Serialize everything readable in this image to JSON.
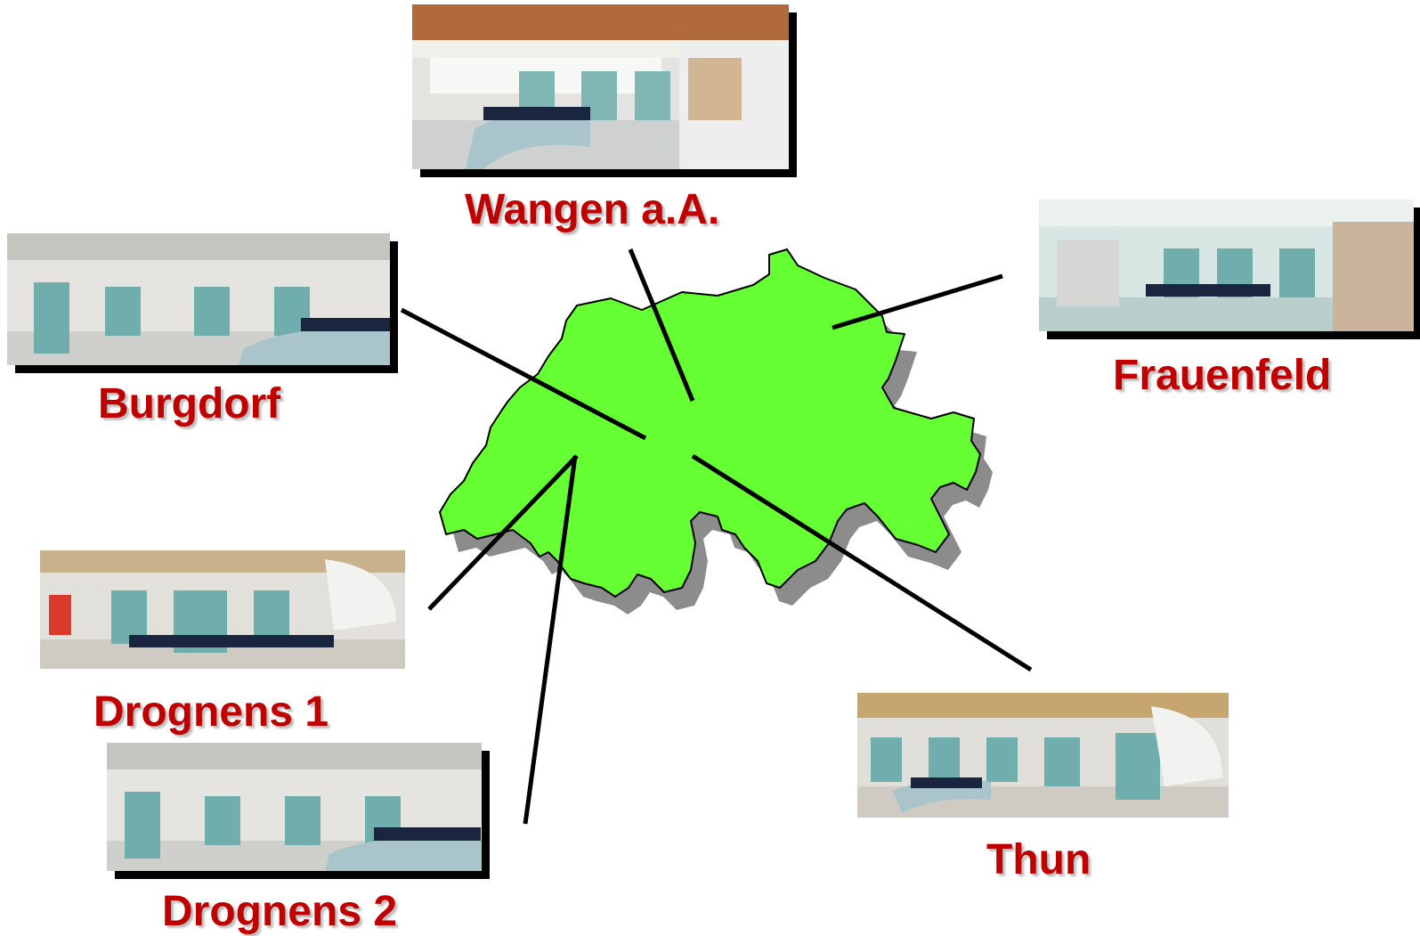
{
  "locations": [
    {
      "id": "wangen",
      "label": "Wangen a.A."
    },
    {
      "id": "burgdorf",
      "label": "Burgdorf"
    },
    {
      "id": "frauenfeld",
      "label": "Frauenfeld"
    },
    {
      "id": "drognens-1",
      "label": "Drognens 1"
    },
    {
      "id": "drognens-2",
      "label": "Drognens 2"
    },
    {
      "id": "thun",
      "label": "Thun"
    }
  ],
  "colors": {
    "map_fill": "#66ff33",
    "label": "#c00000",
    "connector": "#000000"
  }
}
